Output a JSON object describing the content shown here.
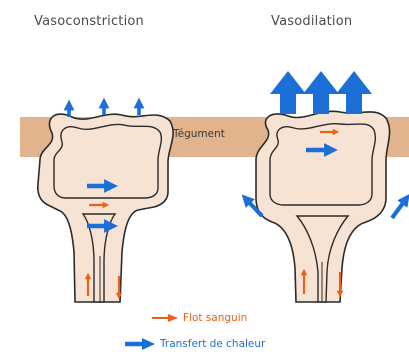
{
  "titles": {
    "left": "Vasoconstriction",
    "right": "Vasodilation"
  },
  "layer_label": "Tégument",
  "legend": {
    "blood_flow": "Flot sanguin",
    "heat_transfer": "Transfert de chaleur"
  },
  "colors": {
    "skin_band": "#e2b48d",
    "vessel_fill": "#f7e3d3",
    "vessel_outline": "#2b2b2b",
    "heat_arrow": "#1d6fd8",
    "blood_arrow": "#e8621a"
  }
}
